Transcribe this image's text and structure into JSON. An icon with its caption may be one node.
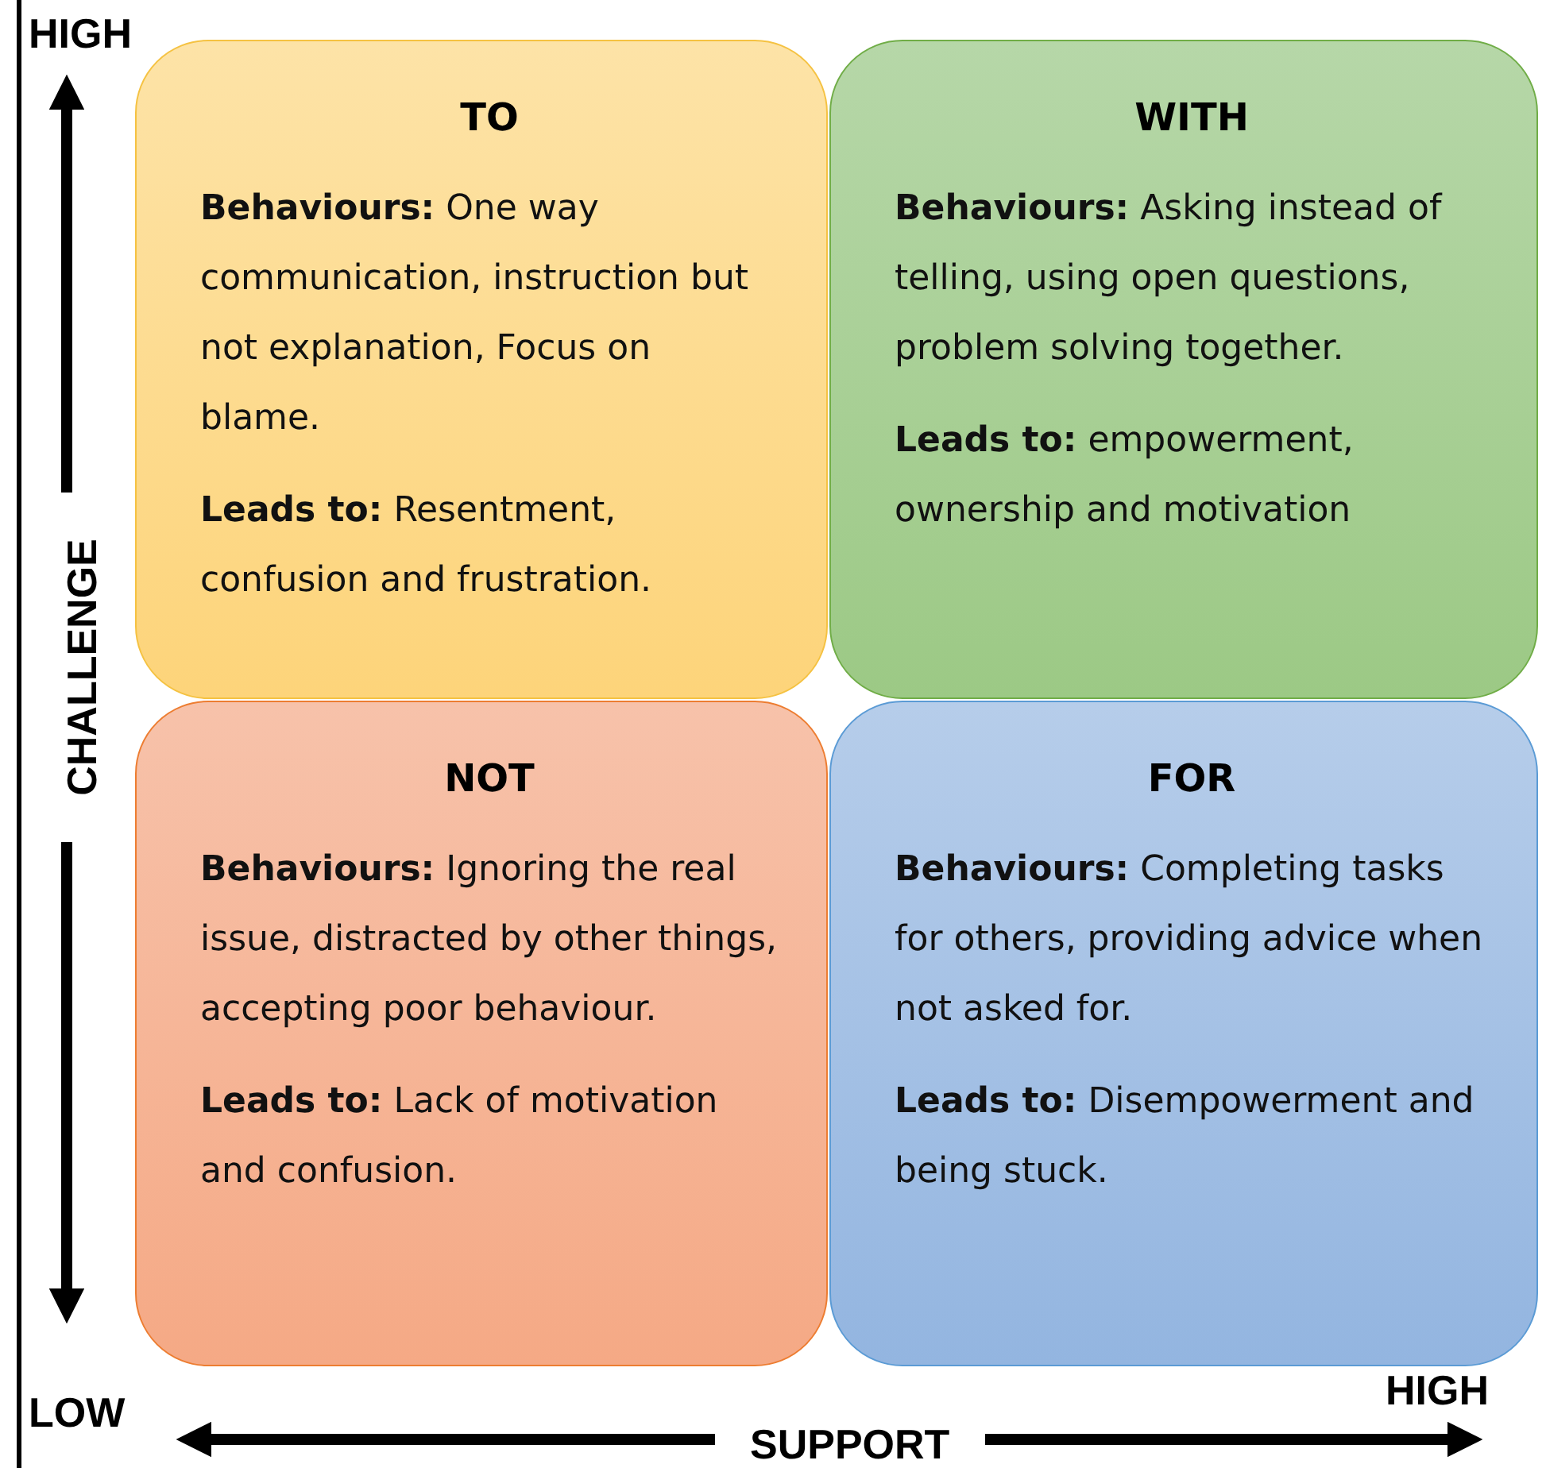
{
  "diagram": {
    "nodes": [
      {
        "text": [
          "TO",
          "**Behaviours:** One way communication, instruction but not explanation, Focus on blame.",
          "**Leads to:** Resentment, confusion and frustration."
        ]
      },
      {
        "text": [
          "WITH",
          "**Behaviours:** Asking instead of telling, using open questions, problem solving together.",
          "**Leads to:** empowerment, ownership and motivation"
        ]
      },
      {
        "text": [
          "NOT",
          "**Behaviours:** Ignoring the real issue, distracted by other things, accepting poor behaviour.",
          "**Leads to:** Lack of motivation and confusion."
        ]
      },
      {
        "text": [
          "FOR",
          "**Behaviours:** Completing tasks for others, providing advice when not asked for.",
          "**Leads to:** Disempowerment and being stuck."
        ]
      }
    ],
    "labels": [
      "HIGH",
      "CHALLENGE",
      "LOW",
      "HIGH",
      "SUPPORT"
    ]
  }
}
